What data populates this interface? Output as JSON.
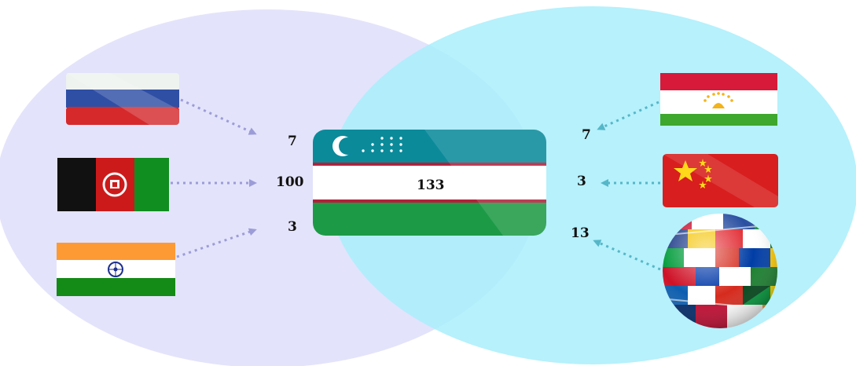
{
  "diagram": {
    "center": {
      "flag": "uzbekistan-flag",
      "label": "133"
    },
    "left_ellipse_color": "#e3e3fb",
    "right_ellipse_color": "#a9eefc",
    "left_arrow_color": "#9c9cd8",
    "right_arrow_color": "#55b7c8",
    "left_sources": [
      {
        "flag": "russia-flag",
        "value": "7"
      },
      {
        "flag": "afghanistan-flag",
        "value": "100"
      },
      {
        "flag": "india-flag",
        "value": "3"
      }
    ],
    "right_sources": [
      {
        "flag": "tajikistan-flag",
        "value": "7"
      },
      {
        "flag": "china-flag",
        "value": "3"
      },
      {
        "flag": "world-flags-globe",
        "value": "13"
      }
    ]
  }
}
